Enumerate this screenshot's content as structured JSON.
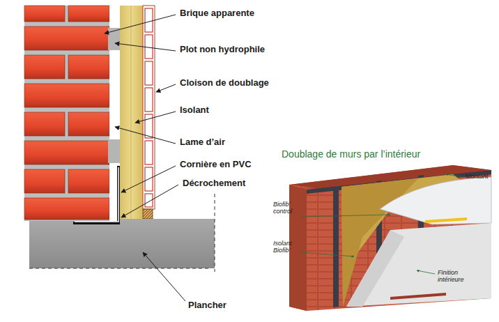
{
  "diagram": {
    "labels": [
      "Brique apparente",
      "Plot non hydrophile",
      "Cloison de doublage",
      "Isolant",
      "Lame d’air",
      "Cornière en PVC",
      "Décrochement",
      "Plancher",
      "Doublage de murs par l’intérieur",
      "Montant",
      "Biofib’ control",
      "Isolant Biofib’",
      "Finition intérieure"
    ]
  }
}
